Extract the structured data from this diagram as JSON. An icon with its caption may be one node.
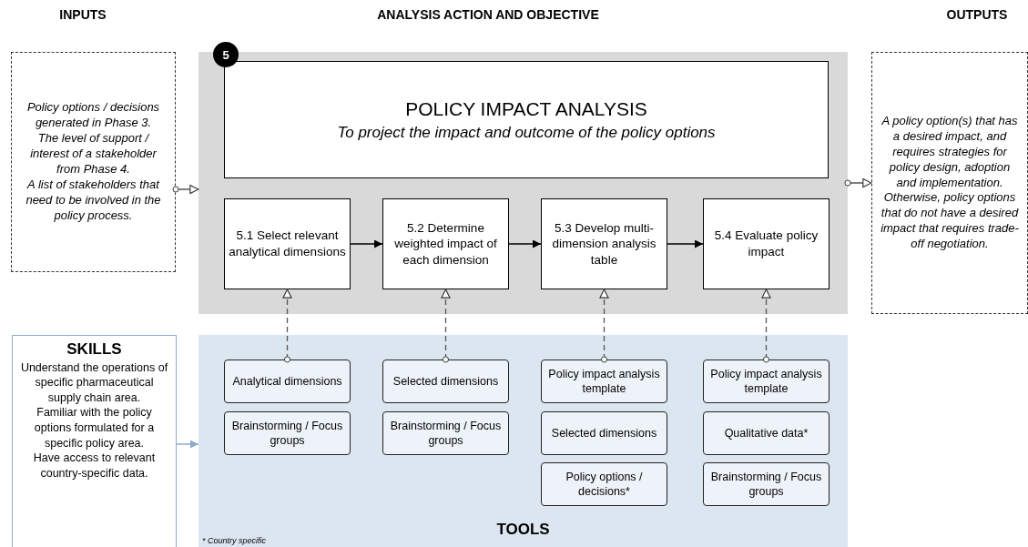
{
  "diagram": {
    "nodes": [
      {
        "text": [
          "Policy options / decisions generated in Phase 3.",
          "The level of support / interest of a stakeholder from Phase 4.",
          "A list of stakeholders that need to be involved in the policy process."
        ]
      },
      {
        "text": [],
        "shape": "box"
      },
      {
        "text": [
          "5"
        ],
        "in": 1
      },
      {
        "text": [
          "POLICY IMPACT ANALYSIS",
          "To project the impact and outcome of the policy options"
        ],
        "in": 1
      },
      {
        "text": [
          "5.1 Select relevant analytical dimensions"
        ],
        "in": 1
      },
      {
        "text": [
          "5.2 Determine weighted impact of each dimension"
        ],
        "in": 1
      },
      {
        "text": [
          "5.3 Develop multi-dimension analysis table"
        ],
        "in": 1
      },
      {
        "text": [
          "5.4 Evaluate policy impact"
        ],
        "in": 1
      },
      {
        "text": [
          "A policy option(s) that has a desired impact, and requires strategies for policy design, adoption and implementation.",
          "Otherwise, policy options that do not have a desired impact that requires trade-off negotiation."
        ]
      },
      {
        "text": [
          "TOOLS"
        ]
      },
      {
        "text": [
          "SKILLS",
          "Understand the operations of specific pharmaceutical supply chain area.",
          "Familiar with the policy options formulated for a specific policy area.",
          "Have access to relevant country-specific data."
        ]
      },
      {
        "text": [
          "Analytical dimensions"
        ],
        "in": 9
      },
      {
        "text": [
          "Brainstorming / Focus groups"
        ],
        "in": 9
      },
      {
        "text": [
          "Selected dimensions"
        ],
        "in": 9
      },
      {
        "text": [
          "Brainstorming / Focus groups"
        ],
        "in": 9
      },
      {
        "text": [
          "Policy impact analysis template"
        ],
        "in": 9
      },
      {
        "text": [
          "Selected dimensions"
        ],
        "in": 9
      },
      {
        "text": [
          "Policy options / decisions*"
        ],
        "in": 9
      },
      {
        "text": [
          "Policy impact analysis template"
        ],
        "in": 9
      },
      {
        "text": [
          "Qualitative data*"
        ],
        "in": 9
      },
      {
        "text": [
          "Brainstorming / Focus groups"
        ],
        "in": 9
      }
    ],
    "edges": [
      {
        "from": 0,
        "to": 1,
        "arrow": "to"
      },
      {
        "from": 1,
        "to": 8,
        "arrow": "to"
      },
      {
        "from": 4,
        "to": 5,
        "arrow": "to"
      },
      {
        "from": 5,
        "to": 6,
        "arrow": "to"
      },
      {
        "from": 6,
        "to": 7,
        "arrow": "to"
      },
      {
        "from": 11,
        "to": 4,
        "arrow": "to",
        "style": "dashed"
      },
      {
        "from": 13,
        "to": 5,
        "arrow": "to",
        "style": "dashed"
      },
      {
        "from": 15,
        "to": 6,
        "arrow": "to",
        "style": "dashed"
      },
      {
        "from": 18,
        "to": 7,
        "arrow": "to",
        "style": "dashed"
      },
      {
        "from": 10,
        "to": 9,
        "arrow": "to",
        "color": "#8eaacb"
      }
    ],
    "labels": [
      "INPUTS",
      "ANALYSIS ACTION AND OBJECTIVE",
      "OUTPUTS",
      "* Country specific"
    ]
  }
}
